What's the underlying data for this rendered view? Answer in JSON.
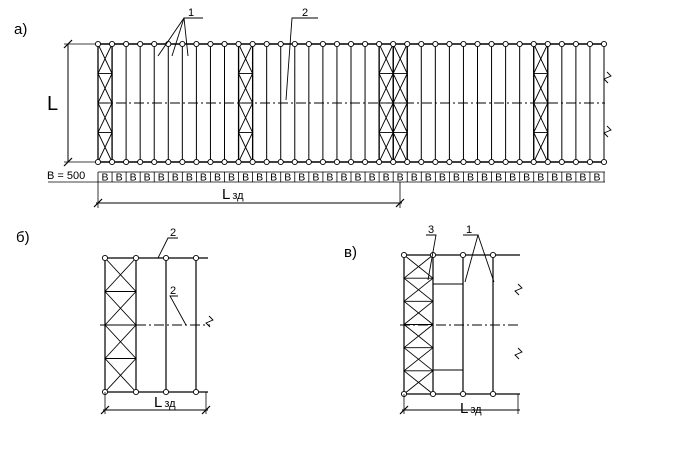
{
  "labels": {
    "panel_a": "а)",
    "panel_b": "б)",
    "panel_v": "в)",
    "length_main": "L",
    "length_building": "L",
    "length_building_sub": "зд",
    "module_width": "В = 500",
    "module_cell": "В",
    "callout_1": "1",
    "callout_2": "2",
    "callout_3": "3"
  }
}
